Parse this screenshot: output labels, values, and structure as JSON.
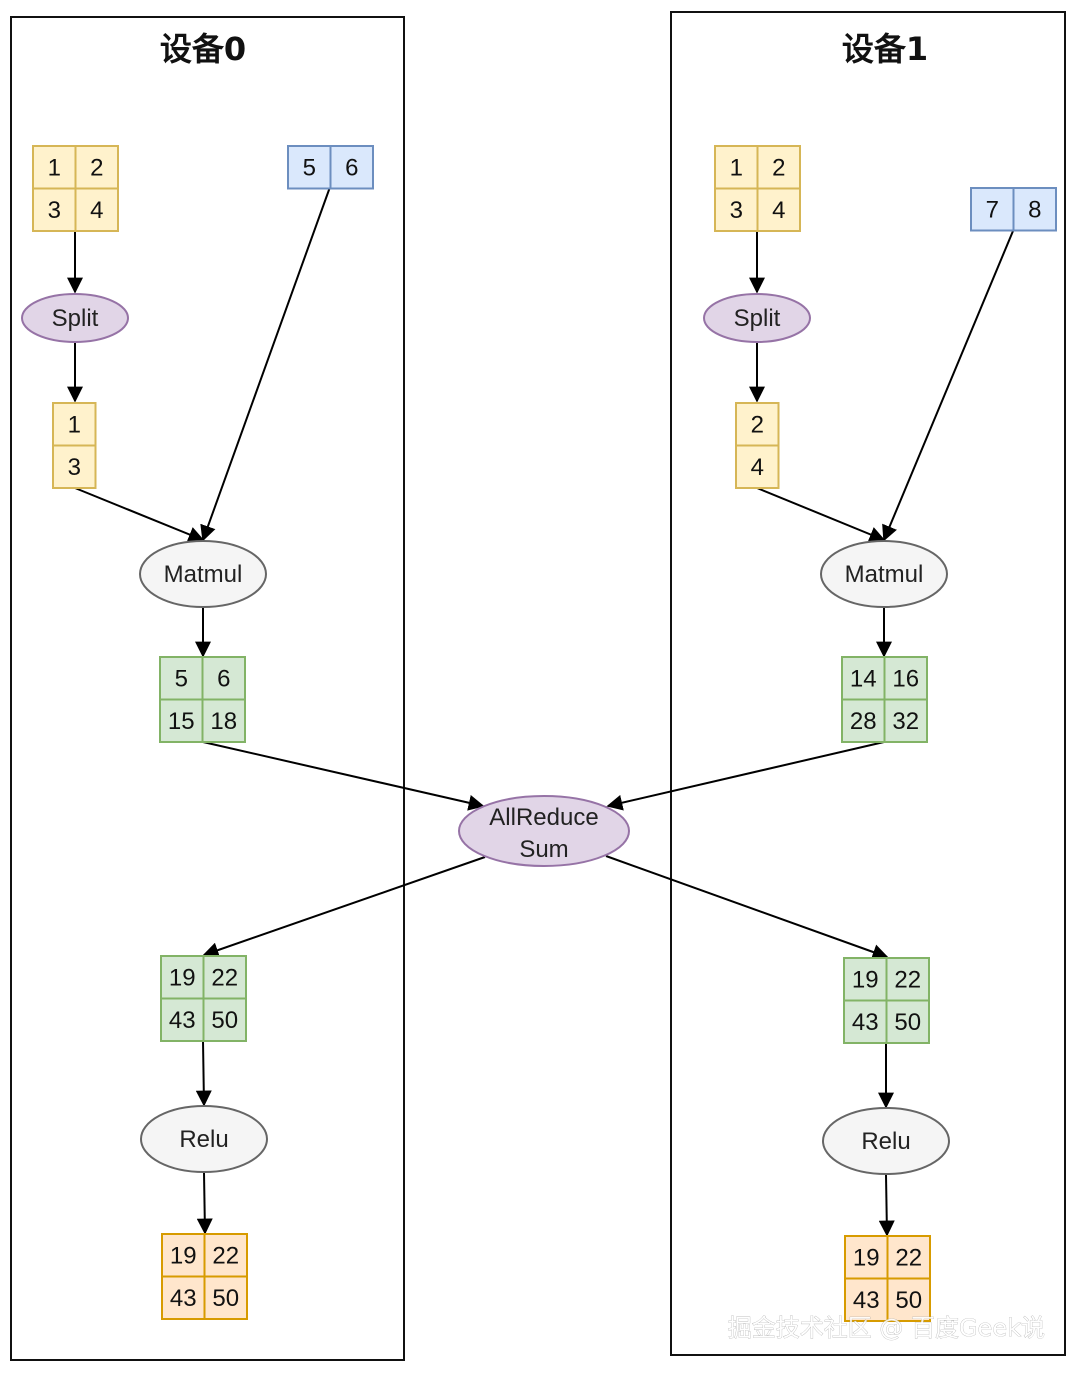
{
  "devices": [
    {
      "title": "设备0",
      "input_a": {
        "cells": [
          [
            "1",
            "2"
          ],
          [
            "3",
            "4"
          ]
        ]
      },
      "input_b": {
        "cells": [
          [
            "5",
            "6"
          ]
        ]
      },
      "split_label": "Split",
      "split_out": {
        "cells": [
          [
            "1"
          ],
          [
            "3"
          ]
        ]
      },
      "matmul_label": "Matmul",
      "matmul_out": {
        "cells": [
          [
            "5",
            "6"
          ],
          [
            "15",
            "18"
          ]
        ]
      },
      "reduced": {
        "cells": [
          [
            "19",
            "22"
          ],
          [
            "43",
            "50"
          ]
        ]
      },
      "relu_label": "Relu",
      "relu_out": {
        "cells": [
          [
            "19",
            "22"
          ],
          [
            "43",
            "50"
          ]
        ]
      }
    },
    {
      "title": "设备1",
      "input_a": {
        "cells": [
          [
            "1",
            "2"
          ],
          [
            "3",
            "4"
          ]
        ]
      },
      "input_b": {
        "cells": [
          [
            "7",
            "8"
          ]
        ]
      },
      "split_label": "Split",
      "split_out": {
        "cells": [
          [
            "2"
          ],
          [
            "4"
          ]
        ]
      },
      "matmul_label": "Matmul",
      "matmul_out": {
        "cells": [
          [
            "14",
            "16"
          ],
          [
            "28",
            "32"
          ]
        ]
      },
      "reduced": {
        "cells": [
          [
            "19",
            "22"
          ],
          [
            "43",
            "50"
          ]
        ]
      },
      "relu_label": "Relu",
      "relu_out": {
        "cells": [
          [
            "19",
            "22"
          ],
          [
            "43",
            "50"
          ]
        ]
      }
    }
  ],
  "allreduce": {
    "line1": "AllReduce",
    "line2": "Sum"
  },
  "watermark": "掘金技术社区 @ 百度Geek说",
  "colors": {
    "yellow_fill": "#fff2cc",
    "yellow_stroke": "#d6b656",
    "blue_fill": "#dae8fc",
    "blue_stroke": "#6c8ebf",
    "green_fill": "#d5e8d4",
    "green_stroke": "#82b366",
    "orange_fill": "#ffe6cc",
    "orange_stroke": "#d79b00",
    "purple_fill": "#e1d5e7",
    "purple_stroke": "#9673a6",
    "gray_fill": "#f5f5f5",
    "gray_stroke": "#666666"
  }
}
